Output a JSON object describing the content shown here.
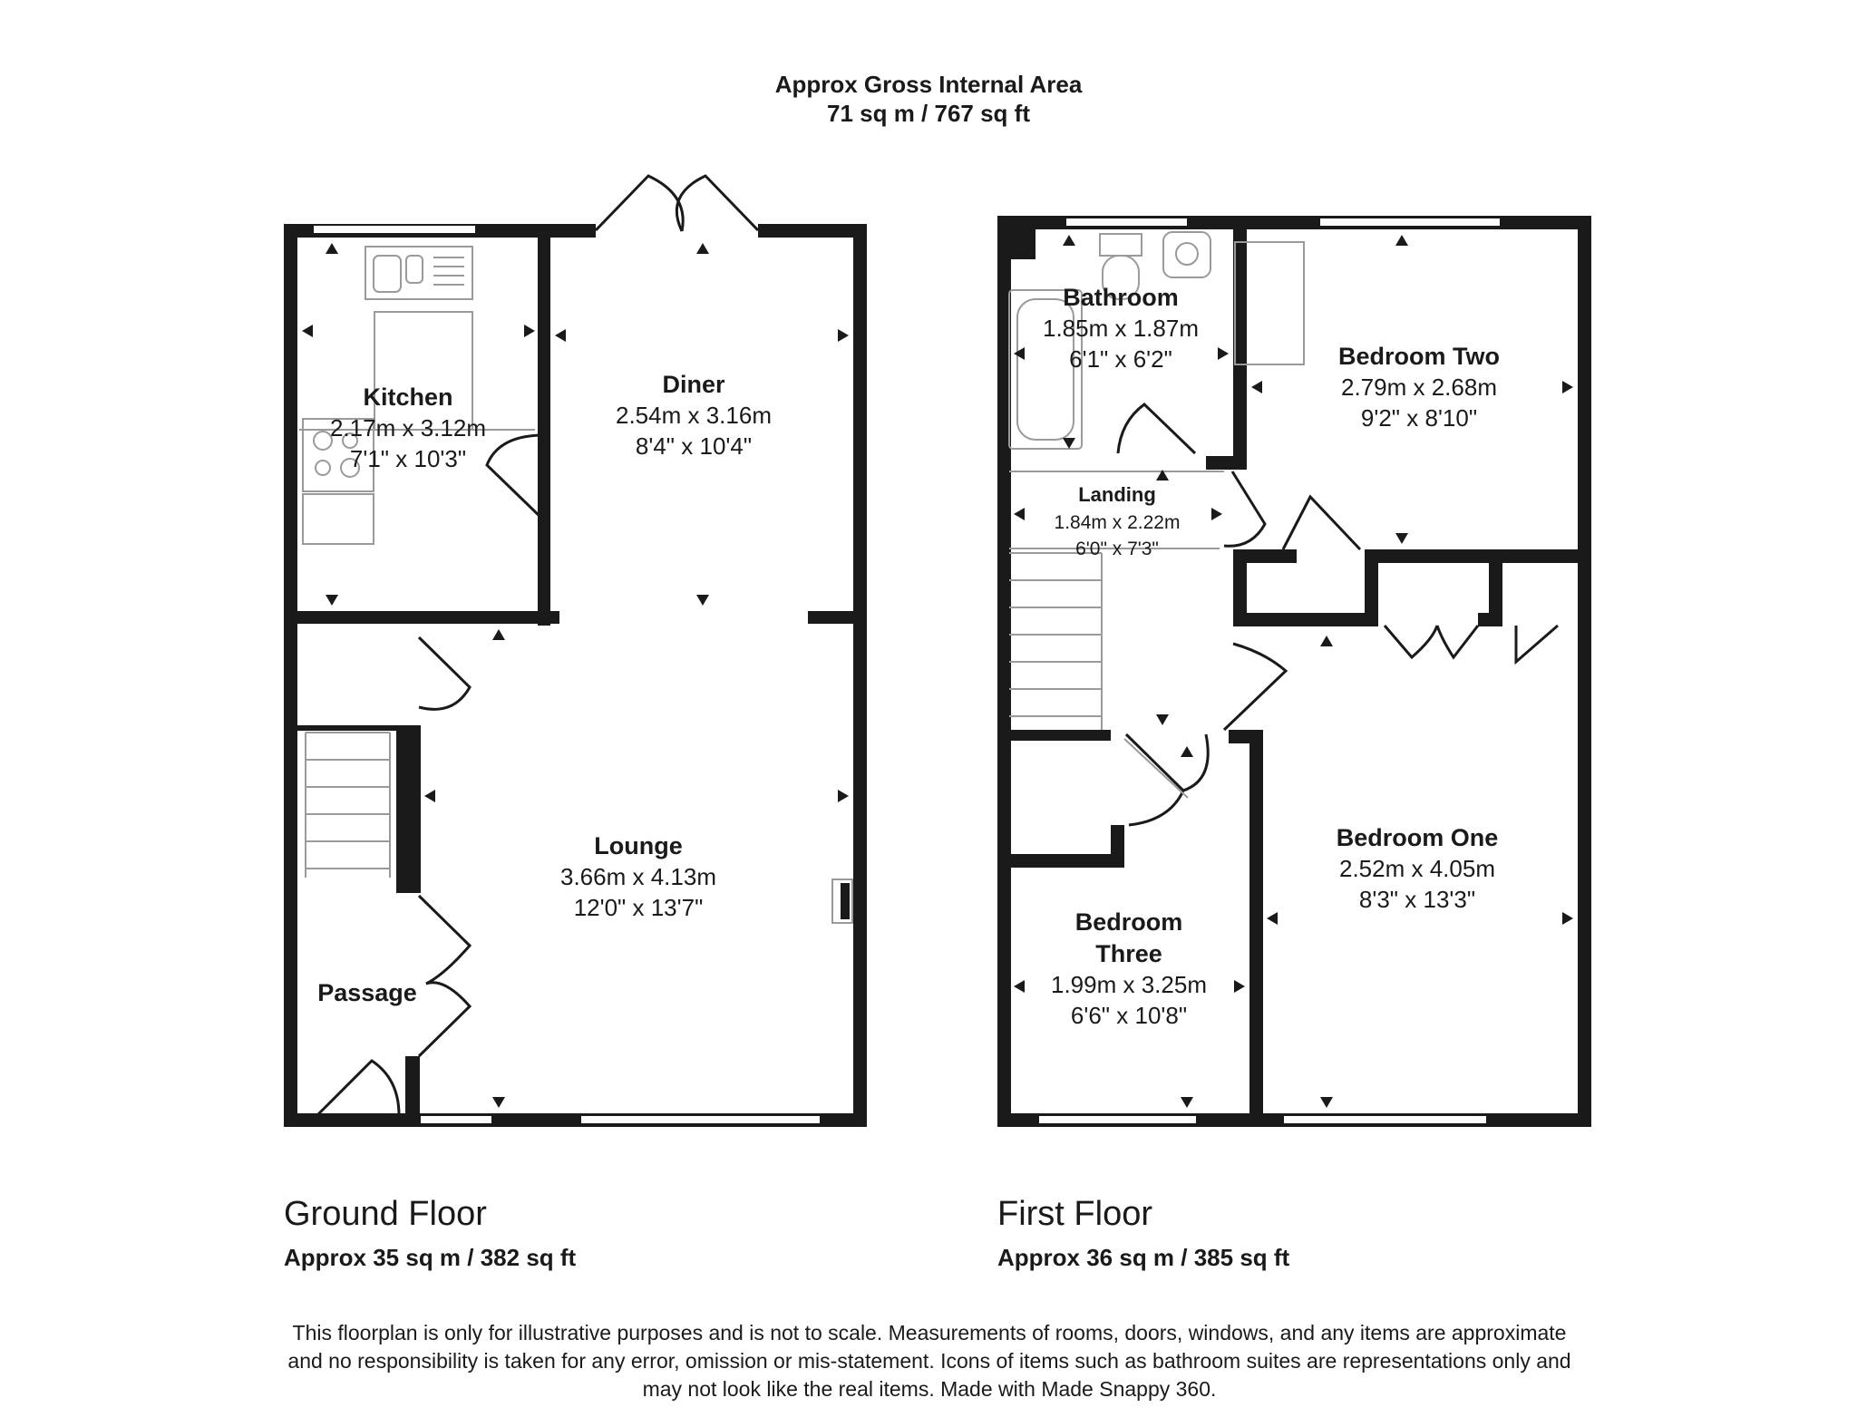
{
  "header": {
    "line1": "Approx Gross Internal Area",
    "line2": "71 sq m / 767 sq ft"
  },
  "ground_floor": {
    "title": "Ground Floor",
    "area": "Approx 35 sq m / 382 sq ft",
    "rooms": {
      "kitchen": {
        "name": "Kitchen",
        "metric": "2.17m x 3.12m",
        "imperial": "7'1\" x 10'3\""
      },
      "diner": {
        "name": "Diner",
        "metric": "2.54m x 3.16m",
        "imperial": "8'4\" x 10'4\""
      },
      "lounge": {
        "name": "Lounge",
        "metric": "3.66m x 4.13m",
        "imperial": "12'0\" x 13'7\""
      },
      "passage": {
        "name": "Passage"
      }
    }
  },
  "first_floor": {
    "title": "First Floor",
    "area": "Approx 36 sq m / 385 sq ft",
    "rooms": {
      "bathroom": {
        "name": "Bathroom",
        "metric": "1.85m x 1.87m",
        "imperial": "6'1\" x 6'2\""
      },
      "bedroom_two": {
        "name": "Bedroom Two",
        "metric": "2.79m x 2.68m",
        "imperial": "9'2\" x 8'10\""
      },
      "landing": {
        "name": "Landing",
        "metric": "1.84m x 2.22m",
        "imperial": "6'0\" x 7'3\""
      },
      "bedroom_three": {
        "name_line1": "Bedroom",
        "name_line2": "Three",
        "metric": "1.99m x 3.25m",
        "imperial": "6'6\" x 10'8\""
      },
      "bedroom_one": {
        "name": "Bedroom One",
        "metric": "2.52m x 4.05m",
        "imperial": "8'3\" x 13'3\""
      }
    }
  },
  "disclaimer": {
    "line1": "This floorplan is only for illustrative purposes and is not to scale. Measurements of rooms, doors, windows, and any items are approximate",
    "line2": "and no responsibility is taken for any error, omission or mis-statement. Icons of items such as bathroom suites are representations only and",
    "line3": "may not look like the real items. Made with Made Snappy 360."
  },
  "colors": {
    "wall": "#1a1a1a",
    "fixture": "#9a9a9a",
    "background": "#ffffff"
  }
}
